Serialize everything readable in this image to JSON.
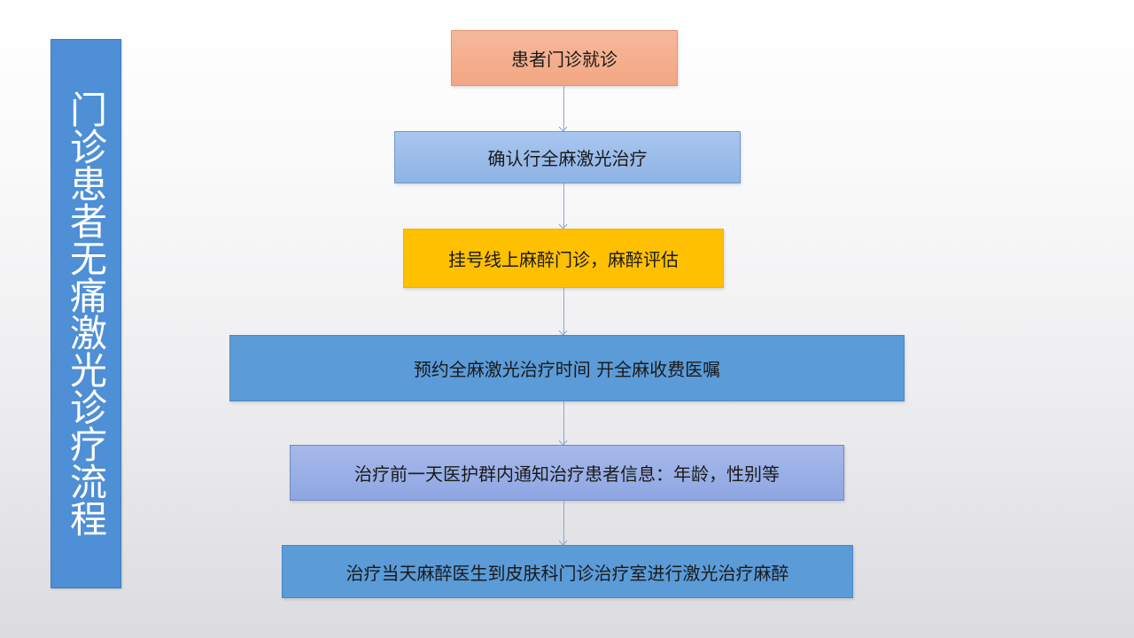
{
  "sidebar": {
    "title": "门诊患者无痛激光诊疗流程",
    "color": "#4e8fd6"
  },
  "flow": {
    "steps": [
      {
        "label": "患者门诊就诊",
        "color": "#f4ab88"
      },
      {
        "label": "确认行全麻激光治疗",
        "color": "#9dbdeb"
      },
      {
        "label": "挂号线上麻醉门诊，麻醉评估",
        "color": "#fec000"
      },
      {
        "label": "预约全麻激光治疗时间 开全麻收费医嘱",
        "color": "#5b9bd8"
      },
      {
        "label": "治疗前一天医护群内通知治疗患者信息：年龄，性别等",
        "color": "#9aafe6"
      },
      {
        "label": "治疗当天麻醉医生到皮肤科门诊治疗室进行激光治疗麻醉",
        "color": "#5b9bd8"
      }
    ],
    "arrow_color": "#8ea3cf"
  }
}
